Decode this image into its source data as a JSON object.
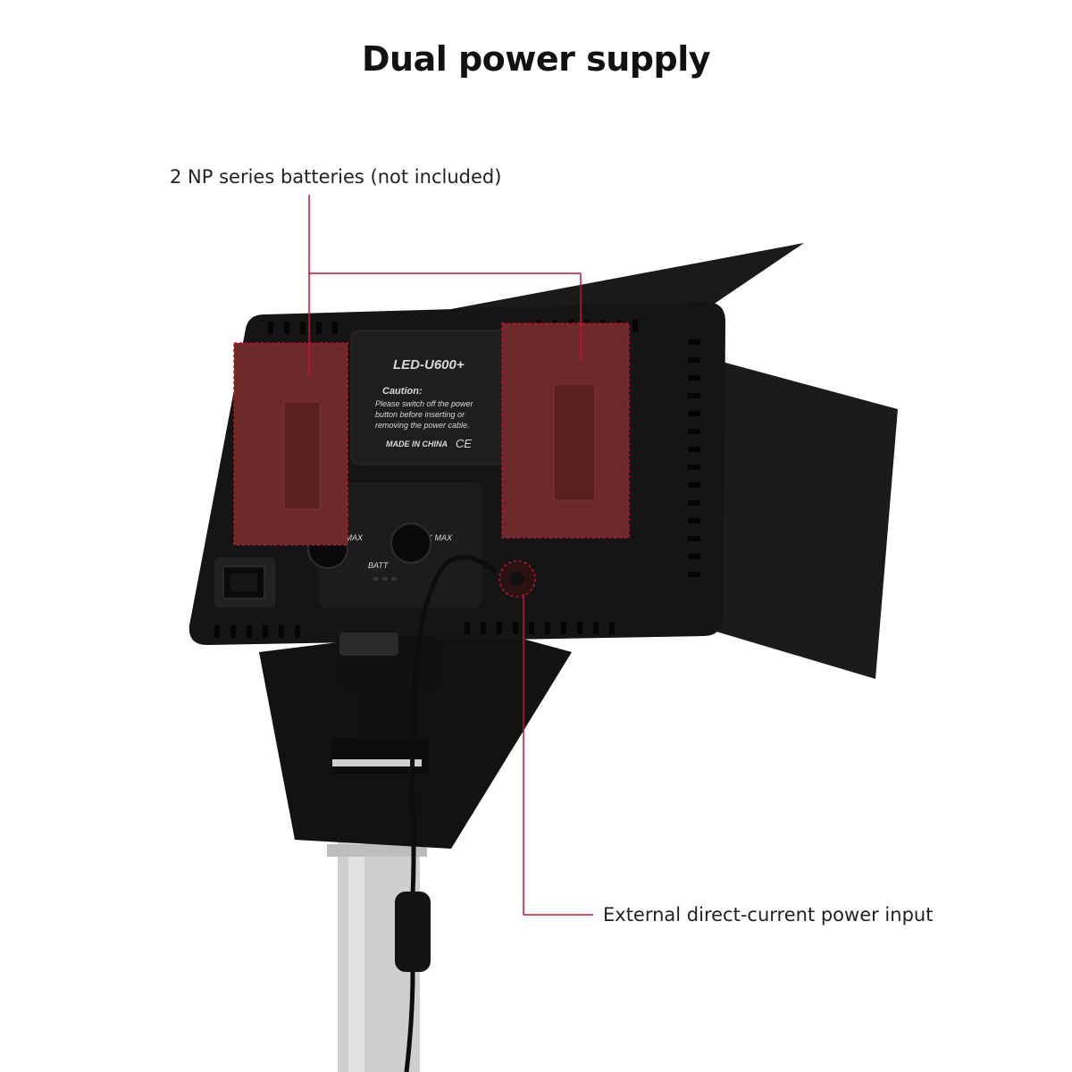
{
  "title": "Dual power supply",
  "callouts": {
    "batteries": "2 NP series batteries (not included)",
    "dc_input": "External direct-current power input"
  },
  "panel_label": {
    "model": "LED-U600+",
    "caution_title": "Caution:",
    "caution_line1": "Please switch off the power",
    "caution_line2": "button before inserting or",
    "caution_line3": "removing the power cable.",
    "made_in": "MADE IN CHINA",
    "ce_mark": "CE"
  },
  "knob_labels": {
    "left": "K MAX",
    "right": "K MAX",
    "battery": "BATT"
  },
  "colors": {
    "highlight_red": "#c8102e",
    "battery_fill": "#6e2a2a",
    "body": "#141414",
    "stand": "#c9c9c9"
  }
}
